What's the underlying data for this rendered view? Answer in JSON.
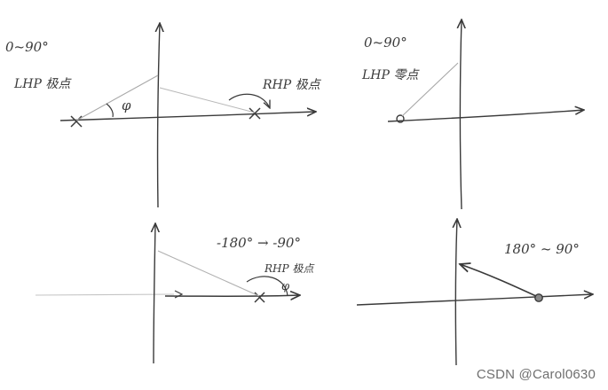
{
  "panels": {
    "top_left": {
      "phase_range": "0~90°",
      "left_label": "LHP 极点",
      "right_label": "RHP 极点",
      "angle_label": "φ"
    },
    "top_right": {
      "phase_range": "0~90°",
      "left_label": "LHP 零点"
    },
    "bottom_left": {
      "phase_range": "-180° → -90°",
      "right_label": "RHP 极点",
      "angle_label": "φ"
    },
    "bottom_right": {
      "phase_range": "180° ~ 90°"
    }
  },
  "watermark": "CSDN @Carol0630",
  "colors": {
    "ink": "#3a3a3a",
    "light_ink": "#9a9a9a",
    "background": "#ffffff"
  }
}
